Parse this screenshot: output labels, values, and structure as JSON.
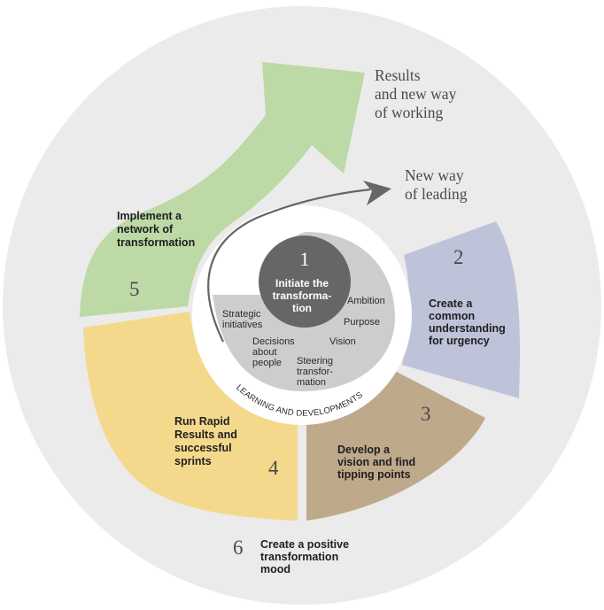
{
  "colors": {
    "outer_ring": "#ebebeb",
    "green": "#bcd9a6",
    "purple": "#bfc3da",
    "brown": "#bea98b",
    "yellow": "#f4d98c",
    "inner_light": "#cdcdcd",
    "inner_dark": "#666666",
    "arrow_line": "#666666"
  },
  "results": {
    "line1": "Results",
    "line2": "and new way",
    "line3": "of working"
  },
  "leading": {
    "line1": "New way",
    "line2": "of leading"
  },
  "step1": {
    "number": "1",
    "line1": "Initiate the",
    "line2": "transforma-",
    "line3": "tion"
  },
  "step2": {
    "number": "2",
    "line1": "Create a",
    "line2": "common",
    "line3": "understanding",
    "line4": "for urgency"
  },
  "step3": {
    "number": "3",
    "line1": "Develop a",
    "line2": "vision and find",
    "line3": "tipping points"
  },
  "step4": {
    "number": "4",
    "line1": "Run Rapid",
    "line2": "Results and",
    "line3": "successful",
    "line4": "sprints"
  },
  "step5": {
    "number": "5",
    "line1": "Implement a",
    "line2": "network of",
    "line3": "transformation"
  },
  "step6": {
    "number": "6",
    "line1": "Create a positive",
    "line2": "transformation",
    "line3": "mood"
  },
  "inner": {
    "ambition": "Ambition",
    "purpose": "Purpose",
    "vision": "Vision",
    "strategic_1": "Strategic",
    "strategic_2": "initiatives",
    "decisions_1": "Decisions",
    "decisions_2": "about",
    "decisions_3": "people",
    "steering_1": "Steering",
    "steering_2": "transfor-",
    "steering_3": "mation"
  },
  "arc_label": "LEARNING AND DEVELOPMENTS"
}
